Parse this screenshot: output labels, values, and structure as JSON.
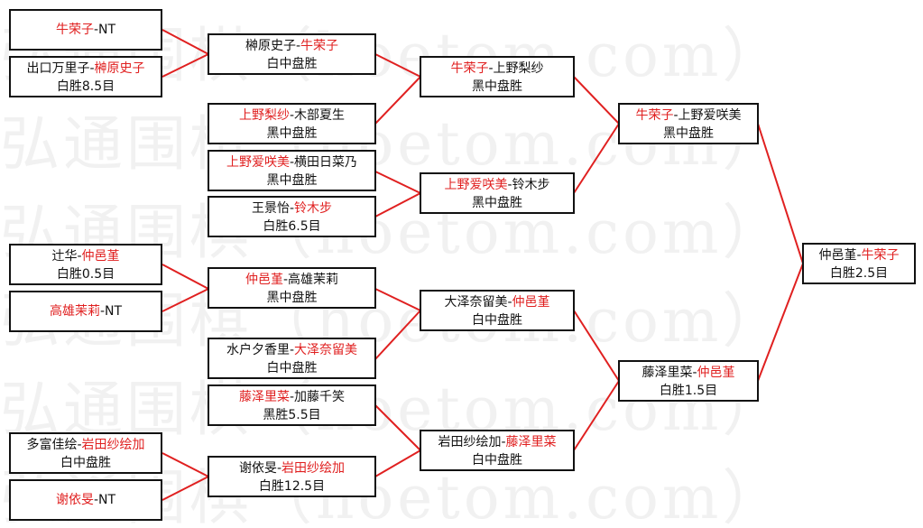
{
  "watermark": "弘通围棋（hoetom.com）",
  "round1": [
    {
      "p1": "牛荣子",
      "sep": "-",
      "p2": "NT",
      "winner": 1,
      "result": ""
    },
    {
      "p1": "出口万里子",
      "sep": "-",
      "p2": "榊原史子",
      "winner": 2,
      "result": "白胜8.5目"
    },
    {
      "p1": "辻华",
      "sep": "-",
      "p2": "仲邑堇",
      "winner": 2,
      "result": "白胜0.5目"
    },
    {
      "p1": "高雄茉莉",
      "sep": "-",
      "p2": "NT",
      "winner": 1,
      "result": ""
    },
    {
      "p1": "多富佳绘",
      "sep": "-",
      "p2": "岩田纱绘加",
      "winner": 2,
      "result": "白中盘胜"
    },
    {
      "p1": "谢依旻",
      "sep": "-",
      "p2": "NT",
      "winner": 1,
      "result": ""
    }
  ],
  "round2": [
    {
      "p1": "榊原史子",
      "sep": "-",
      "p2": "牛荣子",
      "winner": 2,
      "result": "白中盘胜"
    },
    {
      "p1": "上野梨纱",
      "sep": "-",
      "p2": "木部夏生",
      "winner": 1,
      "result": "黑中盘胜"
    },
    {
      "p1": "上野爱咲美",
      "sep": "-",
      "p2": "横田日菜乃",
      "winner": 1,
      "result": "黑中盘胜"
    },
    {
      "p1": "王景怡",
      "sep": "-",
      "p2": "铃木步",
      "winner": 2,
      "result": "白胜6.5目"
    },
    {
      "p1": "仲邑堇",
      "sep": "-",
      "p2": "高雄茉莉",
      "winner": 1,
      "result": "黑中盘胜"
    },
    {
      "p1": "水户夕香里",
      "sep": "-",
      "p2": "大泽奈留美",
      "winner": 2,
      "result": "白中盘胜"
    },
    {
      "p1": "藤泽里菜",
      "sep": "-",
      "p2": "加藤千笑",
      "winner": 1,
      "result": "黑胜5.5目"
    },
    {
      "p1": "谢依旻",
      "sep": "-",
      "p2": "岩田纱绘加",
      "winner": 2,
      "result": "白胜12.5目"
    }
  ],
  "round3": [
    {
      "p1": "牛荣子",
      "sep": "-",
      "p2": "上野梨纱",
      "winner": 1,
      "result": "黑中盘胜"
    },
    {
      "p1": "上野爱咲美",
      "sep": "-",
      "p2": "铃木步",
      "winner": 1,
      "result": "黑中盘胜"
    },
    {
      "p1": "大泽奈留美",
      "sep": "-",
      "p2": "仲邑堇",
      "winner": 2,
      "result": "白中盘胜"
    },
    {
      "p1": "岩田纱绘加",
      "sep": "-",
      "p2": "藤泽里菜",
      "winner": 2,
      "result": "白中盘胜"
    }
  ],
  "round4": [
    {
      "p1": "牛荣子",
      "sep": "-",
      "p2": "上野爱咲美",
      "winner": 1,
      "result": "黑中盘胜"
    },
    {
      "p1": "藤泽里菜",
      "sep": "-",
      "p2": "仲邑堇",
      "winner": 2,
      "result": "白胜1.5目"
    }
  ],
  "final": [
    {
      "p1": "仲邑堇",
      "sep": "-",
      "p2": "牛荣子",
      "winner": 2,
      "result": "白胜2.5目"
    }
  ],
  "colors": {
    "winner": "#e02020",
    "line": "#e02020",
    "text": "#111111",
    "border": "#111111"
  }
}
